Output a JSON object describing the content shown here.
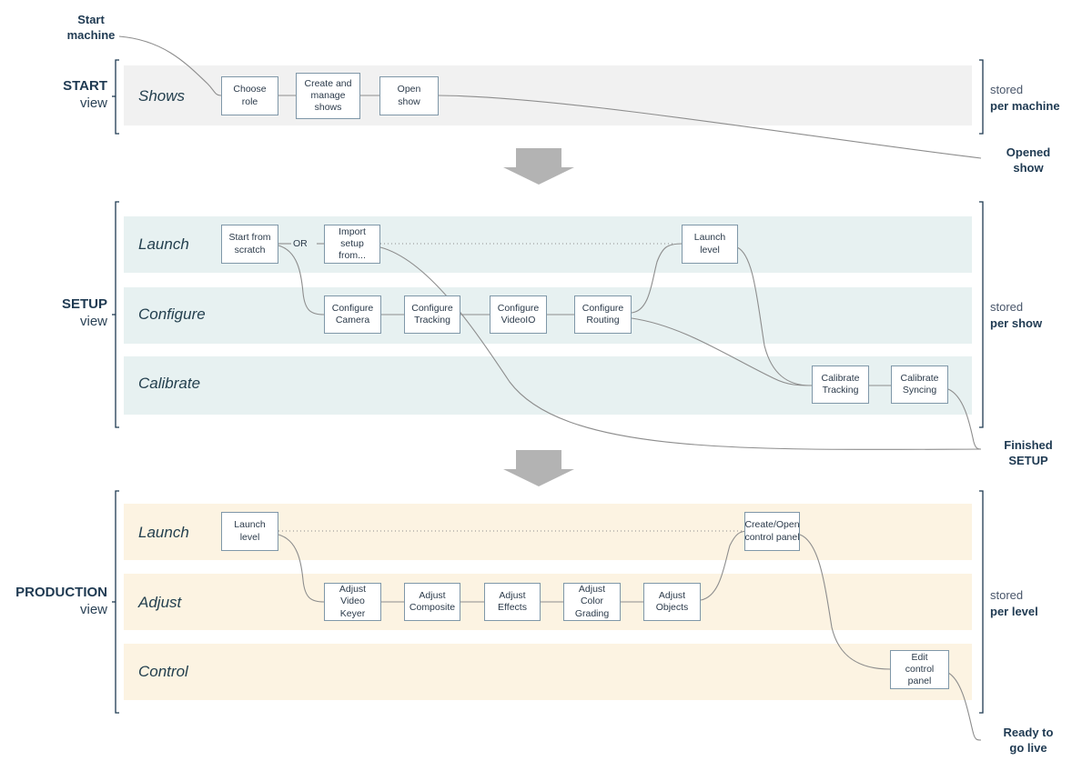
{
  "diagram": {
    "title": "Show production workflow views",
    "colors": {
      "start_band": "#f1f1f1",
      "setup_band": "#e7f1f1",
      "production_band": "#fcf3e2",
      "box_border": "#7f97a8",
      "connector": "#8a8a8a",
      "arrow_fill": "#b3b3b3",
      "text": "#2b3a4a",
      "label_bold": "#1f3a52"
    },
    "entry_callout": {
      "line1": "Start",
      "line2": "machine"
    },
    "flow_arrows": [
      {
        "name": "start-to-setup"
      },
      {
        "name": "setup-to-production"
      }
    ],
    "sections": [
      {
        "key": "start",
        "label_bold": "START",
        "label_normal": "view",
        "stored_prefix": "stored",
        "stored_value": "per machine",
        "rows": [
          {
            "title": "Shows",
            "boxes": [
              {
                "lines": [
                  "Choose",
                  "role"
                ]
              },
              {
                "lines": [
                  "Create and",
                  "manage",
                  "shows"
                ]
              },
              {
                "lines": [
                  "Open",
                  "show"
                ]
              }
            ]
          }
        ],
        "exit_callout": {
          "line1": "Opened",
          "line2": "show"
        }
      },
      {
        "key": "setup",
        "label_bold": "SETUP",
        "label_normal": "view",
        "stored_prefix": "stored",
        "stored_value": "per show",
        "rows": [
          {
            "title": "Launch",
            "boxes": [
              {
                "lines": [
                  "Start from",
                  "scratch"
                ]
              },
              {
                "lines": [
                  "Import setup",
                  "from..."
                ]
              },
              {
                "lines": [
                  "Launch",
                  "level"
                ]
              }
            ],
            "connector_label": "OR"
          },
          {
            "title": "Configure",
            "boxes": [
              {
                "lines": [
                  "Configure",
                  "Camera"
                ]
              },
              {
                "lines": [
                  "Configure",
                  "Tracking"
                ]
              },
              {
                "lines": [
                  "Configure",
                  "VideoIO"
                ]
              },
              {
                "lines": [
                  "Configure",
                  "Routing"
                ]
              }
            ]
          },
          {
            "title": "Calibrate",
            "boxes": [
              {
                "lines": [
                  "Calibrate",
                  "Tracking"
                ]
              },
              {
                "lines": [
                  "Calibrate",
                  "Syncing"
                ]
              }
            ]
          }
        ],
        "exit_callout": {
          "line1": "Finished",
          "line2": "SETUP"
        }
      },
      {
        "key": "production",
        "label_bold": "PRODUCTION",
        "label_normal": "view",
        "stored_prefix": "stored",
        "stored_value": "per level",
        "rows": [
          {
            "title": "Launch",
            "boxes": [
              {
                "lines": [
                  "Launch",
                  "level"
                ]
              },
              {
                "lines": [
                  "Create/Open",
                  "control panel"
                ]
              }
            ]
          },
          {
            "title": "Adjust",
            "boxes": [
              {
                "lines": [
                  "Adjust Video",
                  "Keyer"
                ]
              },
              {
                "lines": [
                  "Adjust",
                  "Composite"
                ]
              },
              {
                "lines": [
                  "Adjust",
                  "Effects"
                ]
              },
              {
                "lines": [
                  "Adjust Color",
                  "Grading"
                ]
              },
              {
                "lines": [
                  "Adjust",
                  "Objects"
                ]
              }
            ]
          },
          {
            "title": "Control",
            "boxes": [
              {
                "lines": [
                  "Edit",
                  "control panel"
                ]
              }
            ]
          }
        ],
        "exit_callout": {
          "line1": "Ready to",
          "line2": "go live"
        }
      }
    ]
  }
}
